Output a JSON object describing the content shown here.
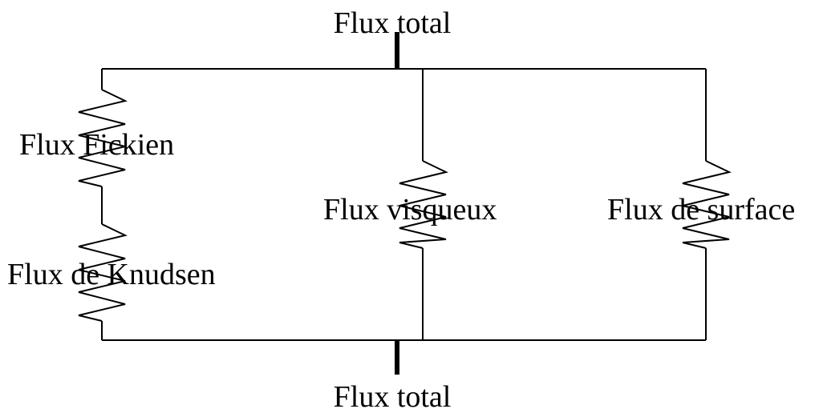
{
  "diagram": {
    "top_label": "Flux total",
    "bottom_label": "Flux total",
    "branches": {
      "left": {
        "upper_resistor_label": "Flux Fickien",
        "lower_resistor_label": "Flux de Knudsen"
      },
      "middle": {
        "resistor_label": "Flux visqueux"
      },
      "right": {
        "resistor_label": "Flux de surface"
      }
    }
  }
}
